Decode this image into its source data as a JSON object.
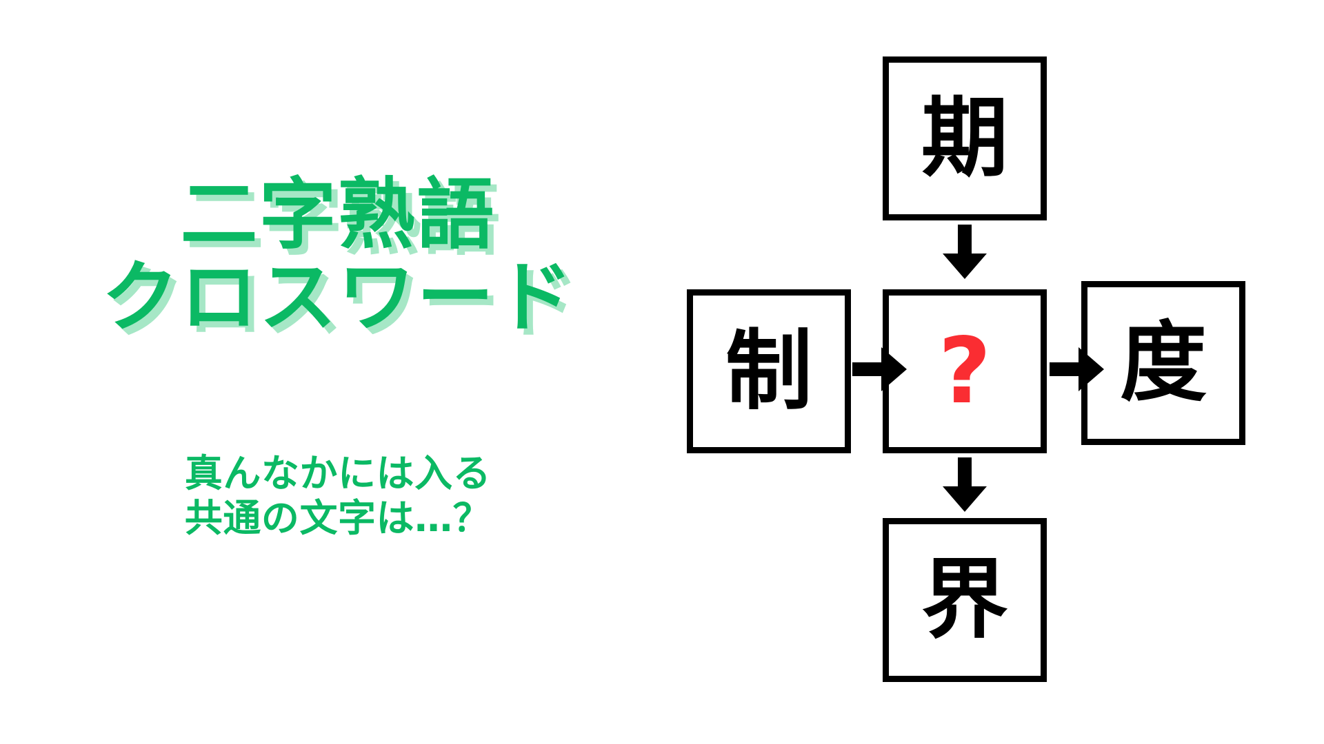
{
  "theme": {
    "background": "#ffffff",
    "accent_green": "#0bb964",
    "accent_green_shadow": "#a6e7c6",
    "answer_red": "#fa2d32",
    "box_border": "#000000"
  },
  "title": {
    "line1": "二字熟語",
    "line2": "クロスワード"
  },
  "subtitle": {
    "line1": "真んなかには入る",
    "line2": "共通の文字は…？"
  },
  "puzzle": {
    "cells": {
      "top": {
        "label": "期",
        "name": "cell-top"
      },
      "left": {
        "label": "制",
        "name": "cell-left"
      },
      "center": {
        "label": "?",
        "name": "cell-center"
      },
      "right": {
        "label": "度",
        "name": "cell-right"
      },
      "bottom": {
        "label": "界",
        "name": "cell-bottom"
      }
    },
    "arrows": [
      {
        "from": "top",
        "to": "center",
        "direction": "down"
      },
      {
        "from": "left",
        "to": "center",
        "direction": "right"
      },
      {
        "from": "center",
        "to": "right",
        "direction": "right"
      },
      {
        "from": "center",
        "to": "bottom",
        "direction": "down"
      }
    ]
  }
}
